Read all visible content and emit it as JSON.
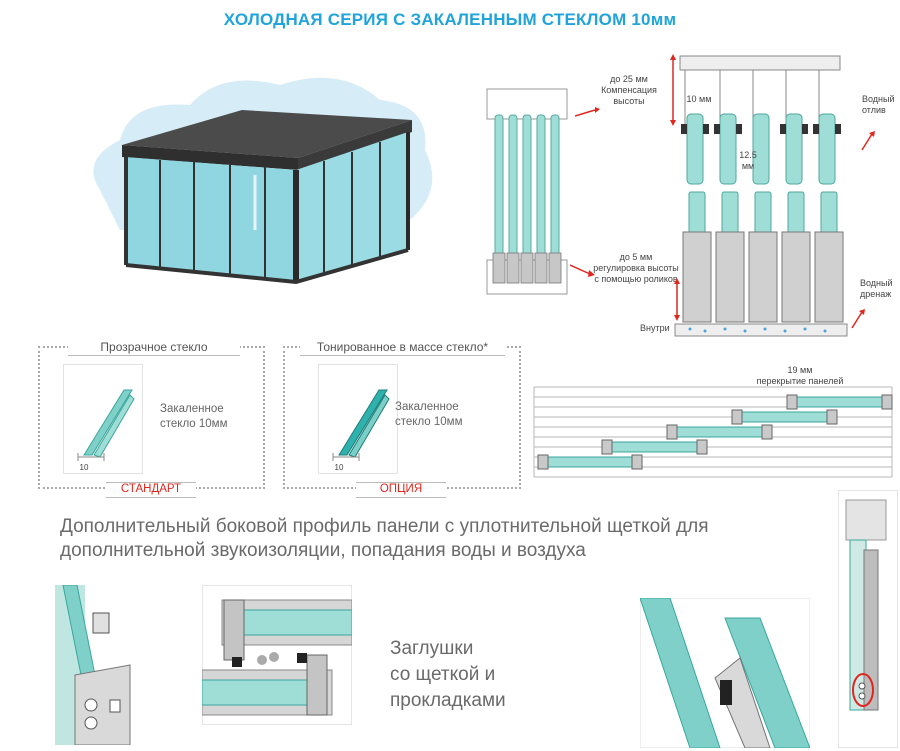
{
  "header": {
    "title": "ХОЛОДНАЯ СЕРИЯ С ЗАКАЛЕННЫМ СТЕКЛОМ 10мм"
  },
  "diagram": {
    "comp_label": "до 25 мм\nКомпенсация\nвысоты",
    "adjust_label": "до 5 мм\nрегулировка высоты\nс помощью роликов",
    "dim_10": "10 мм",
    "dim_125": "12.5\nмм",
    "water_drip": "Водный\nотлив",
    "water_drain": "Водный\nдренаж",
    "inside": "Внутри",
    "overlap": "19 мм\nперекрытие панелей"
  },
  "glass_options": [
    {
      "title": "Прозрачное стекло",
      "desc": "Закаленное\nстекло 10мм",
      "tag": "СТАНДАРТ",
      "thickness": "10"
    },
    {
      "title": "Тонированное в массе стекло*",
      "desc": "Закаленное\nстекло 10мм",
      "tag": "ОПЦИЯ",
      "thickness": "10"
    }
  ],
  "profile": {
    "text": "Дополнительный боковой профиль панели с уплотнительной щеткой для\nдополнительной звукоизоляции, попадания воды и воздуха"
  },
  "caps": {
    "text": "Заглушки\nсо щеткой и\nпрокладками"
  },
  "colors": {
    "title": "#21a4dc",
    "glass": "#7fd0c9",
    "glass_edge": "#3aa79c",
    "frame": "#3a3a3a",
    "accent_red": "#e0271f"
  }
}
